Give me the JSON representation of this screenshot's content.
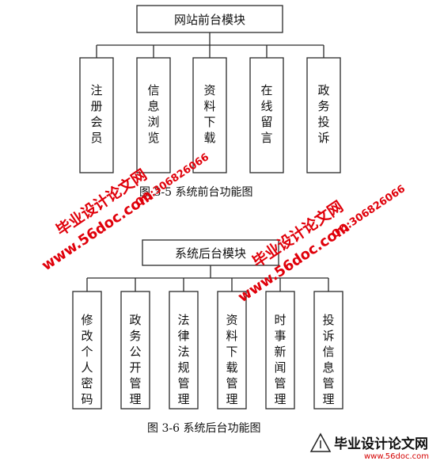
{
  "fig1": {
    "root": "网站前台模块",
    "children": [
      "注册会员",
      "信息浏览",
      "资料下载",
      "在线留言",
      "政务投诉"
    ],
    "caption": "图  3-5  系统前台功能图"
  },
  "fig2": {
    "root": "系统后台模块",
    "children": [
      "修改个人密码",
      "政务公开管理",
      "法律法规管理",
      "资料下载管理",
      "时事新闻管理",
      "投诉信息管理"
    ],
    "caption": "图  3-6  系统后台功能图"
  },
  "watermarks": {
    "site_name": "毕业设计论文网",
    "url": "www.56doc.com",
    "qq": "QQ:306826066"
  },
  "logo": {
    "name": "毕业设计论文网",
    "url": "www.56doc.com"
  },
  "colors": {
    "watermark": "#e0000a",
    "line": "#2a2a2a"
  }
}
